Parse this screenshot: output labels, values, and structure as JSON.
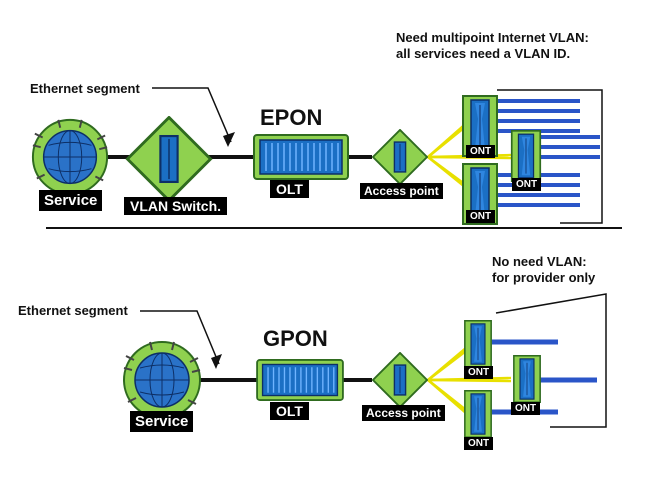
{
  "sections": {
    "epon": {
      "title": "EPON",
      "ethernet_label": "Ethernet segment",
      "service_label": "Service",
      "switch_label": "VLAN Switch.",
      "olt_label": "OLT",
      "access_point_label": "Access point",
      "ont_labels": [
        "ONT",
        "ONT",
        "ONT"
      ],
      "note_line1": "Need multipoint Internet VLAN:",
      "note_line2": "all services need a VLAN ID."
    },
    "gpon": {
      "title": "GPON",
      "ethernet_label": "Ethernet segment",
      "service_label": "Service",
      "olt_label": "OLT",
      "access_point_label": "Access point",
      "ont_labels": [
        "ONT",
        "ONT",
        "ONT"
      ],
      "note_line1": "No need VLAN:",
      "note_line2": "for provider only"
    }
  },
  "colors": {
    "device_green": "#8fd14f",
    "device_dark_green": "#2f6b1f",
    "device_blue": "#1b6fc4",
    "fiber_blue": "#2a55c8",
    "split_yellow": "#e8e000"
  },
  "icons": [
    "globe-icon",
    "switch-icon",
    "olt-chassis-icon",
    "splitter-icon",
    "ont-device-icon"
  ]
}
